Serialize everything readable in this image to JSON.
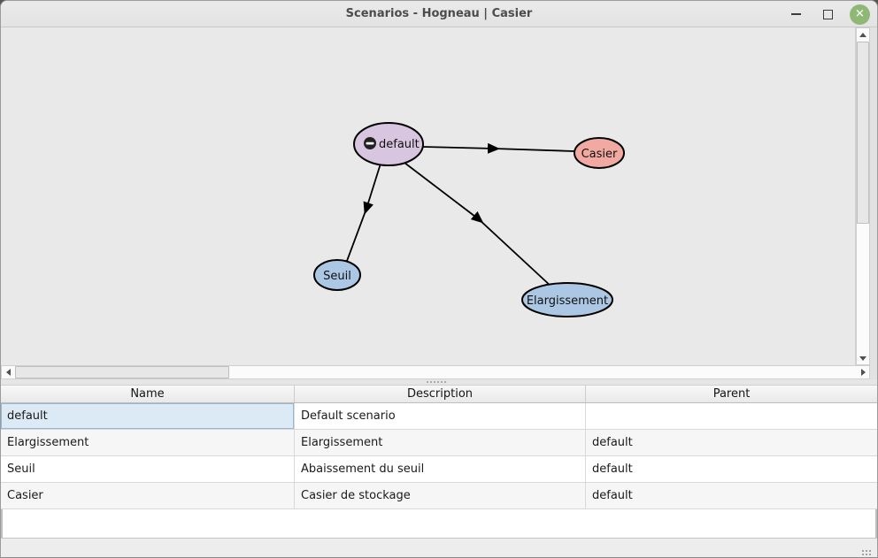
{
  "window": {
    "title": "Scenarios - Hogneau | Casier",
    "accent_close_color": "#8fb876"
  },
  "graph": {
    "background_color": "#e9e9e9",
    "edge_color": "#000000",
    "nodes": [
      {
        "label": "default",
        "fill": "#d8c5e0",
        "border": "#000000",
        "icon": "collapse-minus"
      },
      {
        "label": "Casier",
        "fill": "#f1a9a1",
        "border": "#000000"
      },
      {
        "label": "Seuil",
        "fill": "#abc7e3",
        "border": "#000000"
      },
      {
        "label": "Elargissement",
        "fill": "#abc7e3",
        "border": "#000000"
      }
    ],
    "edges": [
      {
        "from": "default",
        "to": "Casier"
      },
      {
        "from": "default",
        "to": "Seuil"
      },
      {
        "from": "default",
        "to": "Elargissement"
      }
    ]
  },
  "table": {
    "columns": [
      "Name",
      "Description",
      "Parent"
    ],
    "rows": [
      {
        "name": "default",
        "description": "Default scenario",
        "parent": ""
      },
      {
        "name": "Elargissement",
        "description": "Elargissement",
        "parent": "default"
      },
      {
        "name": "Seuil",
        "description": "Abaissement du seuil",
        "parent": "default"
      },
      {
        "name": "Casier",
        "description": "Casier de stockage",
        "parent": "default"
      }
    ],
    "selected_cell": {
      "row": 0,
      "column": "name",
      "highlight_color": "#dceaf5"
    }
  }
}
